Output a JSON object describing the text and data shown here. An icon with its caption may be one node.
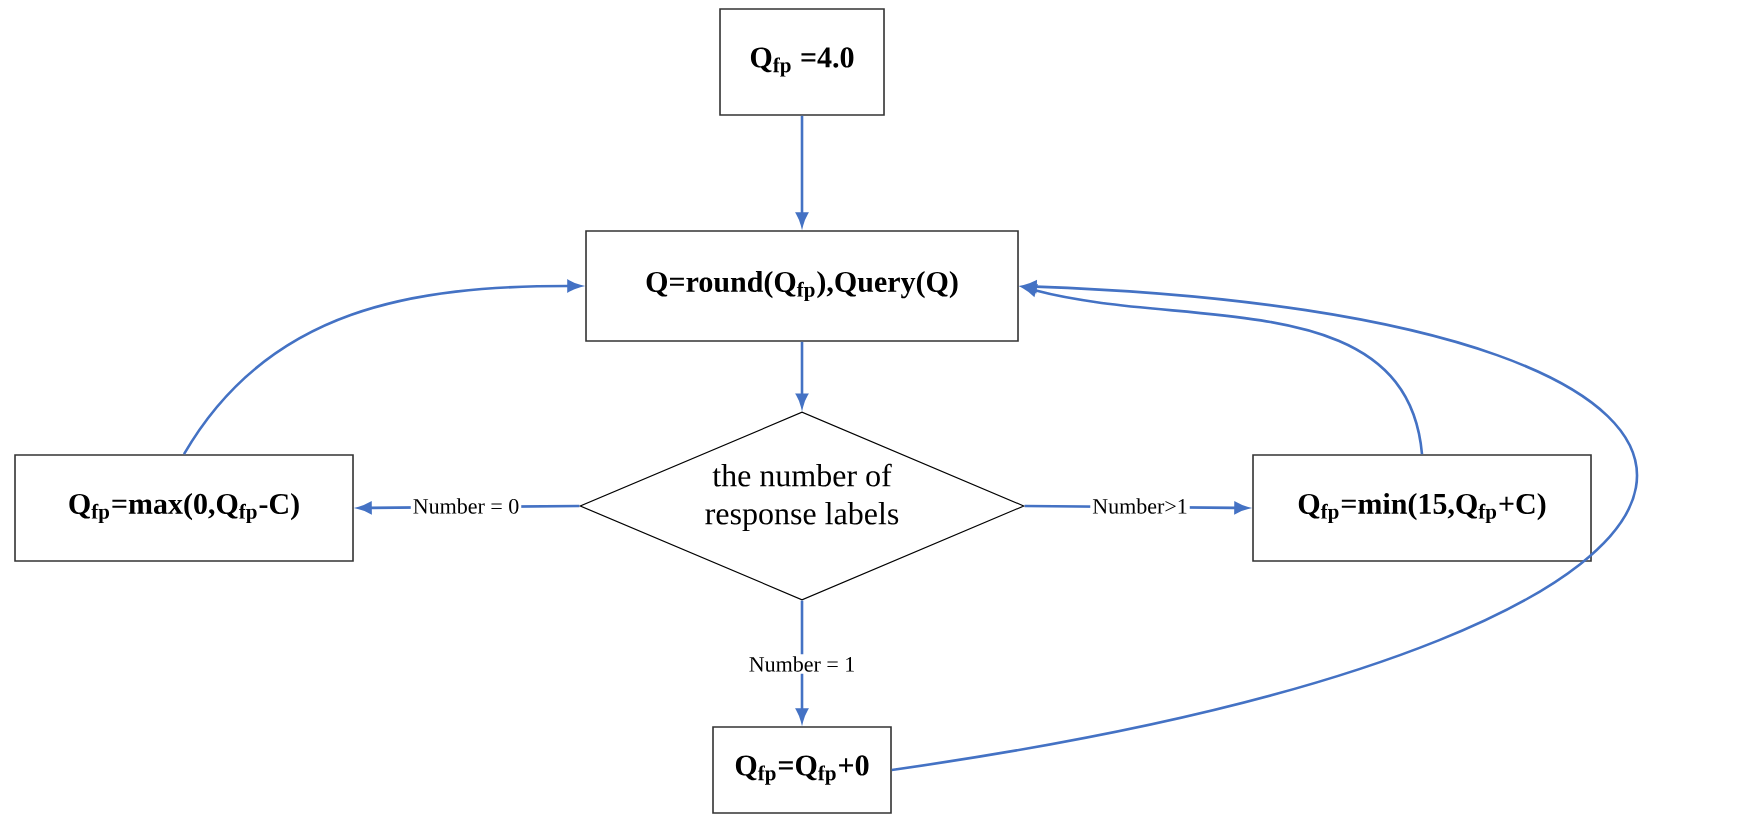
{
  "diagram": {
    "nodes": [
      {
        "text": [
          "Q$_{fp}$ =4.0"
        ]
      },
      {
        "text": [
          "Q=round(Q$_{fp}$),Query(Q)"
        ]
      },
      {
        "text": [
          "the number of response labels"
        ]
      },
      {
        "text": [
          "Q$_{fp}$=max(0,Q$_{fp}$-C)"
        ]
      },
      {
        "text": [
          "Q$_{fp}$=min(15,Q$_{fp}$+C)"
        ]
      },
      {
        "text": [
          "Q$_{fp}$=Q$_{fp}$+0"
        ]
      }
    ],
    "edges": [
      {
        "from": 0,
        "to": 1,
        "arrow": "to"
      },
      {
        "from": 1,
        "to": 2,
        "arrow": "to"
      },
      {
        "from": 2,
        "to": 3,
        "arrow": "to",
        "label": "Number = 0"
      },
      {
        "from": 2,
        "to": 4,
        "arrow": "to",
        "label": "Number>1"
      },
      {
        "from": 2,
        "to": 5,
        "arrow": "to",
        "label": "Number = 1"
      },
      {
        "from": 3,
        "to": 1,
        "arrow": "to"
      },
      {
        "from": 4,
        "to": 1,
        "arrow": "to"
      },
      {
        "from": 5,
        "to": 1,
        "arrow": "to"
      }
    ]
  }
}
